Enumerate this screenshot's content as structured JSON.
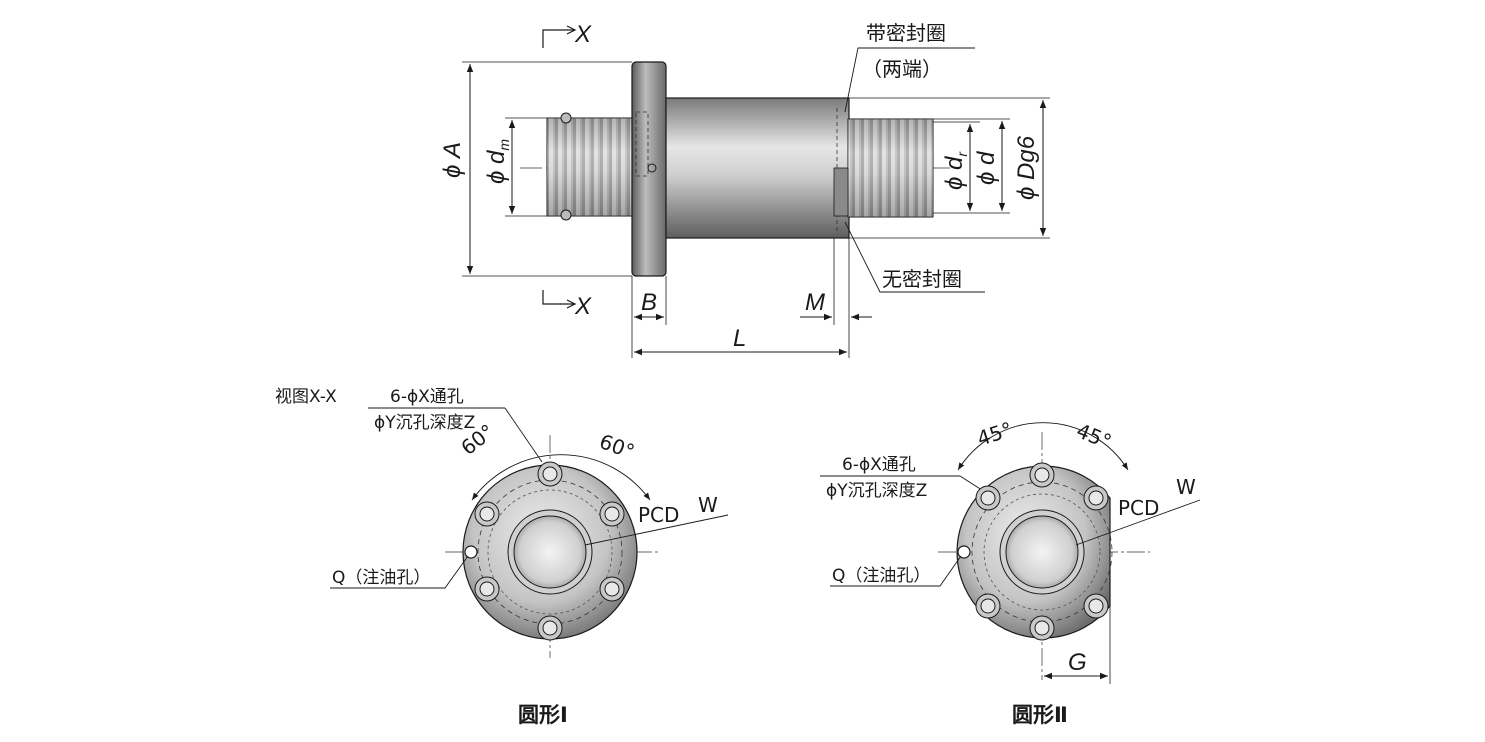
{
  "side_view": {
    "label_seal_both": "带密封圈",
    "label_seal_both_sub": "（两端）",
    "label_no_seal": "无密封圈",
    "section_mark": "X",
    "dim_A": "ϕ A",
    "dim_dm": "ϕ d",
    "dim_dm_sub": "m",
    "dim_dr": "ϕ d",
    "dim_dr_sub": "r",
    "dim_d": "ϕ d",
    "dim_Dg6": "ϕ Dg6",
    "dim_B": "B",
    "dim_M": "M",
    "dim_L": "L"
  },
  "view_label": "视图X-X",
  "circle_1": {
    "caption": "圆形Ⅰ",
    "hole_spec_line1": "6-ϕX通孔",
    "hole_spec_line2": "ϕY沉孔深度Z",
    "angle_left": "60°",
    "angle_right": "60°",
    "pcd_label": "PCD",
    "pcd_value": "W",
    "oil_hole": "Q（注油孔）"
  },
  "circle_2": {
    "caption": "圆形Ⅱ",
    "hole_spec_line1": "6-ϕX通孔",
    "hole_spec_line2": "ϕY沉孔深度Z",
    "angle_left": "45°",
    "angle_right": "45°",
    "pcd_label": "PCD",
    "pcd_value": "W",
    "oil_hole": "Q（注油孔）",
    "dim_G": "G"
  },
  "colors": {
    "line": "#1a1a1a",
    "metal_dark": "#6a6a6a",
    "metal_light": "#d9d9d9"
  }
}
